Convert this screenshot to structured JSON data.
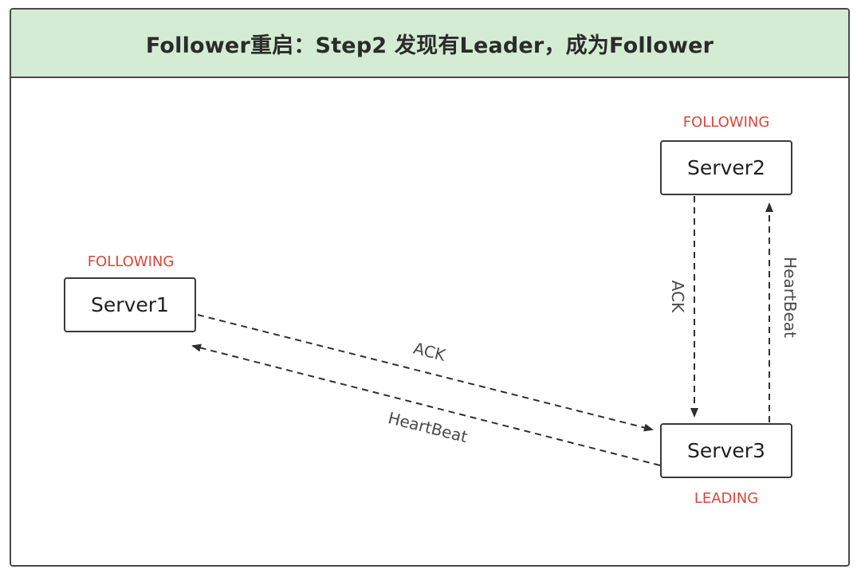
{
  "title": "Follower重启：Step2 发现有Leader，成为Follower",
  "colors": {
    "title_background": "#d3ecd3",
    "border": "#4a4a4a",
    "state_label": "#d9463a",
    "arrow": "#2f2f2f",
    "edge_label": "#4a4a4a"
  },
  "nodes": {
    "server1": {
      "name": "Server1",
      "state": "FOLLOWING"
    },
    "server2": {
      "name": "Server2",
      "state": "FOLLOWING"
    },
    "server3": {
      "name": "Server3",
      "state": "LEADING"
    }
  },
  "edges": {
    "s1_to_s3": {
      "from": "Server1",
      "to": "Server3",
      "label": "ACK",
      "style": "dashed"
    },
    "s3_to_s1": {
      "from": "Server3",
      "to": "Server1",
      "label": "HeartBeat",
      "style": "dashed"
    },
    "s2_to_s3": {
      "from": "Server2",
      "to": "Server3",
      "label": "ACK",
      "style": "dashed"
    },
    "s3_to_s2": {
      "from": "Server3",
      "to": "Server2",
      "label": "HeartBeat",
      "style": "dashed"
    }
  }
}
